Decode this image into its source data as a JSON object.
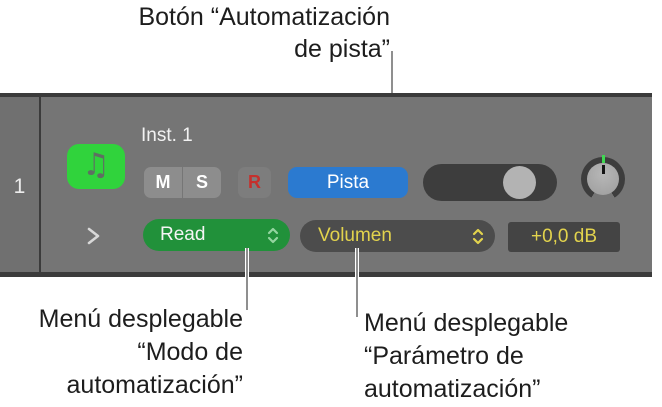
{
  "callouts": {
    "track_automation_button": {
      "line1": "Botón “Automatización",
      "line2": "de pista”"
    },
    "automation_mode_menu": {
      "line1": "Menú desplegable",
      "line2": "“Modo de",
      "line3": "automatización”"
    },
    "automation_parameter_menu": {
      "line1": "Menú desplegable",
      "line2": "“Parámetro de",
      "line3": "automatización”"
    }
  },
  "track_header": {
    "track_number": "1",
    "track_name": "Inst. 1",
    "icon": "music-note-icon",
    "mute_button": "M",
    "solo_button": "S",
    "record_button": "R",
    "track_automation_button": "Pista",
    "automation_mode": "Read",
    "automation_parameter": "Volumen",
    "automation_value": "+0,0 dB",
    "music_note_glyph": "♫"
  },
  "colors": {
    "header_bg": "#757575",
    "divider_dark": "#3b3b3b",
    "icon_green": "#30d33c",
    "read_green": "#21913a",
    "pista_blue": "#2b7ad0",
    "record_red": "#c5302c",
    "value_yellow": "#e2d34d",
    "menu_gray": "#4c4c4c",
    "callout_line_gray": "#8f8f8f"
  }
}
